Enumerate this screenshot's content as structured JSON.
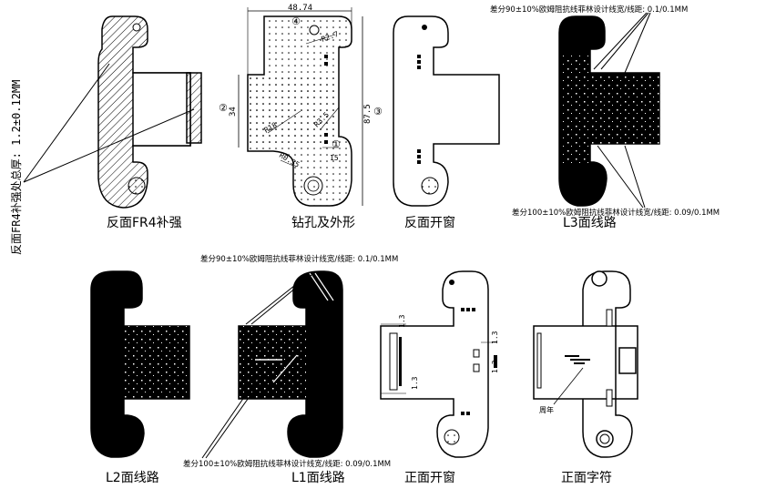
{
  "panels": {
    "p1": "反面FR4补强",
    "p2": "钻孔及外形",
    "p3": "反面开窗",
    "p4": "L3面线路",
    "p5": "L2面线路",
    "p6": "L1面线路",
    "p7": "正面开窗",
    "p8": "正面字符"
  },
  "notes": {
    "side_thickness": "反面FR4补强处总厚: 1.2±0.12MM",
    "diff90_top": "差分90±10%欧姆阻抗线菲林设计线宽/线距: 0.1/0.1MM",
    "diff100_right": "差分100±10%欧姆阻抗线菲林设计线宽/线距: 0.09/0.1MM",
    "diff90_mid": "差分90±10%欧姆阻抗线菲林设计线宽/线距: 0.1/0.1MM",
    "diff100_bottom": "差分100±10%欧姆阻抗线菲林设计线宽/线距: 0.09/0.1MM",
    "date_code": "周年"
  },
  "dims": {
    "width": "48.74",
    "height": "87.5",
    "d34": "34",
    "d15": "15",
    "r27": "R2.7",
    "r35": "R3.5",
    "r0": "R0.35",
    "r18": "R18",
    "p13a": "1.3",
    "p13b": "1.3",
    "p13c": "1.3",
    "p13d": "1.3"
  },
  "callouts": {
    "c1": "①",
    "c2": "②",
    "c3": "③",
    "c4": "④"
  }
}
